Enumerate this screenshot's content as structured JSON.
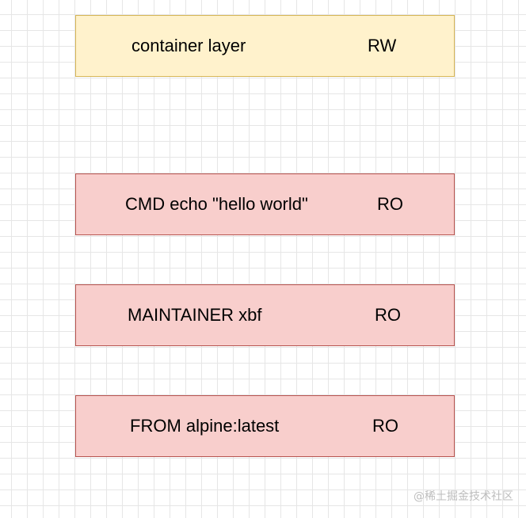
{
  "layers": [
    {
      "name": "container layer",
      "mode": "RW"
    },
    {
      "name": "CMD echo \"hello world\"",
      "mode": "RO"
    },
    {
      "name": "MAINTAINER xbf",
      "mode": "RO"
    },
    {
      "name": "FROM alpine:latest",
      "mode": "RO"
    }
  ],
  "watermark": "@稀土掘金技术社区",
  "colors": {
    "rw_fill": "#fff2cc",
    "rw_border": "#d6b656",
    "ro_fill": "#f8cecc",
    "ro_border": "#b85450",
    "grid": "#e6e6e6"
  }
}
